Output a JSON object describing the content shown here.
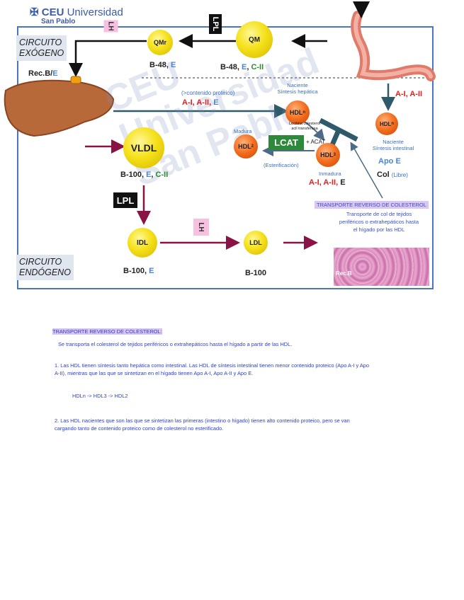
{
  "logo": {
    "brand": "CEU",
    "name": "Universidad",
    "sub": "San Pablo"
  },
  "watermark": "CEU Universidad San Pablo",
  "circuits": {
    "exogenous": [
      "CIRCUITO",
      "EXÓGENO"
    ],
    "endogenous": [
      "CIRCUITO",
      "ENDÓGENO"
    ]
  },
  "tags": {
    "lh_top": "LH",
    "lpl_top": "LPL",
    "lpl_mid": "LPL",
    "lh_mid": "LH",
    "lcat": "LCAT",
    "acat": "+ ACAT"
  },
  "particles": {
    "qmr": "QMr",
    "qm": "QM",
    "vldl": "VLDL",
    "idl": "IDL",
    "ldl": "LDL",
    "hdl_hep": {
      "base": "HDL",
      "sub": "n"
    },
    "hdl_int": {
      "base": "HDL",
      "sub": "n"
    },
    "hdl2": {
      "base": "HDL",
      "sub": "2"
    },
    "hdl3": {
      "base": "HDL",
      "sub": "3"
    }
  },
  "labels": {
    "qmr_apo": {
      "a": "B-48, ",
      "b": "E"
    },
    "qm_apo": {
      "a": "B-48, ",
      "b": "E",
      "c": ", ",
      "d": "C-II"
    },
    "rec": {
      "a": "Rec.B/",
      "b": "E"
    },
    "protein_note": "(>contenido proteico)",
    "hep_apo": {
      "a": "A-I, A-II, ",
      "b": "E"
    },
    "hep_nascent": [
      "Naciente",
      "Síntesis hepática"
    ],
    "lcat_full": [
      "Lecitina colesterol",
      "acil transferasa"
    ],
    "madura": "Madura",
    "esterif": "(Esterificación)",
    "inmadura": "Inmadura",
    "hdl3_apo": {
      "a": "A-I, A-II, ",
      "b": "E"
    },
    "int_apo": "A-I, A-II",
    "int_nascent": [
      "Naciente",
      "Síntesis intestinal"
    ],
    "apo_e": "Apo E",
    "col": {
      "a": "Col ",
      "b": "(Libre)"
    },
    "vldl_apo": {
      "a": "B-100, ",
      "b": "E",
      "c": ", ",
      "d": "C-II"
    },
    "idl_apo": {
      "a": "B-100, ",
      "b": "E"
    },
    "ldl_apo": "B-100",
    "rtc_title": "TRANSPORTE REVERSO DE COLESTEROL",
    "rtc_desc": [
      "Transporte de col de tejidos",
      "periféricos o extrahepáticos hasta",
      "el hígado por las HDL"
    ],
    "tissue": "Rec.B"
  },
  "notes": {
    "title": "TRANSPORTE REVERSO DE COLESTEROL:",
    "intro": "Se transporta el colesterol de tejidos periféricos o extrahepáticos hasta el hígado a partir de las HDL.",
    "p1": [
      "1. Las HDL tienen síntesis tanto hepática como intestinal. Las HDL de síntesis intestinal tienen menor contenido proteico (Apo A-I y Apo",
      "A-II), mientras que las que se sintetizan en el hígado tienen Apo A-I, Apo A-II y Apo E."
    ],
    "seq": "HDLn -> HDL3 -> HDL2",
    "p2": [
      "2. Las HDL nacientes que son las que se sintetizan las primeras (intestino o hígado) tienen alto contenido proteico, pero se van",
      "cargando tanto de contenido proteico como de colesterol no esterificado."
    ]
  }
}
